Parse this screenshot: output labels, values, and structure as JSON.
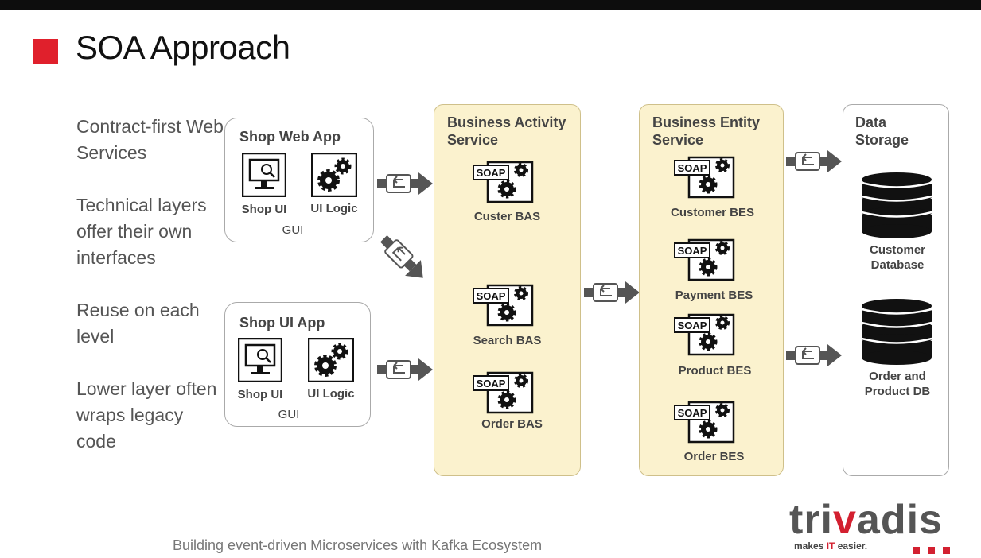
{
  "slide": {
    "title": "SOA Approach",
    "footer": "Building event-driven Microservices with Kafka Ecosystem",
    "accent_color": "#e0202c"
  },
  "bullets": [
    "Contract-first Web Services",
    "Technical layers offer their own interfaces",
    "Reuse on each level",
    "Lower layer often wraps legacy code"
  ],
  "apps": [
    {
      "title": "Shop Web App",
      "items": [
        "Shop UI",
        "UI Logic"
      ],
      "caption": "GUI"
    },
    {
      "title": "Shop UI App",
      "items": [
        "Shop UI",
        "UI Logic"
      ],
      "caption": "GUI"
    }
  ],
  "bas_layer": {
    "title": "Business Activity Service",
    "services": [
      "Custer BAS",
      "Search BAS",
      "Order BAS"
    ]
  },
  "bes_layer": {
    "title": "Business Entity Service",
    "services": [
      "Customer BES",
      "Payment BES",
      "Product BES",
      "Order BES"
    ]
  },
  "storage": {
    "title": "Data Storage",
    "databases": [
      "Customer Database",
      "Order and Product DB"
    ]
  },
  "soap_label": "SOAP",
  "logo": {
    "pre": "tri",
    "mid": "v",
    "post": "adis",
    "tagline_a": "makes ",
    "tagline_b": "IT",
    "tagline_c": " easier."
  }
}
